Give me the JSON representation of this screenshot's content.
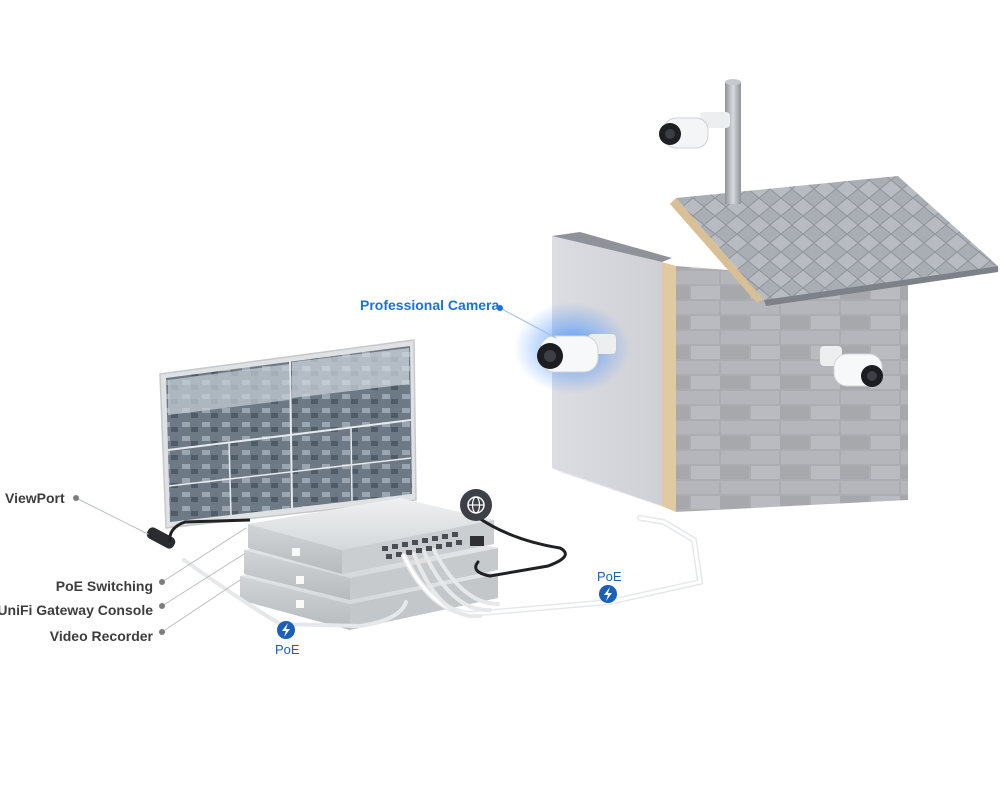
{
  "labels": {
    "viewport": "ViewPort",
    "poe_switching": "PoE Switching",
    "gateway_console": "UniFi Gateway Console",
    "video_recorder": "Video Recorder",
    "professional_camera": "Professional Camera"
  },
  "poe": {
    "left_label": "PoE",
    "right_label": "PoE"
  },
  "icons": {
    "globe": "globe-icon",
    "bolt": "lightning-bolt-icon"
  },
  "colors": {
    "accent_blue": "#1a73d9",
    "poe_blue": "#1a5fb8",
    "label_gray": "#3d3d3d",
    "camera_glow": "#3a8bff"
  }
}
